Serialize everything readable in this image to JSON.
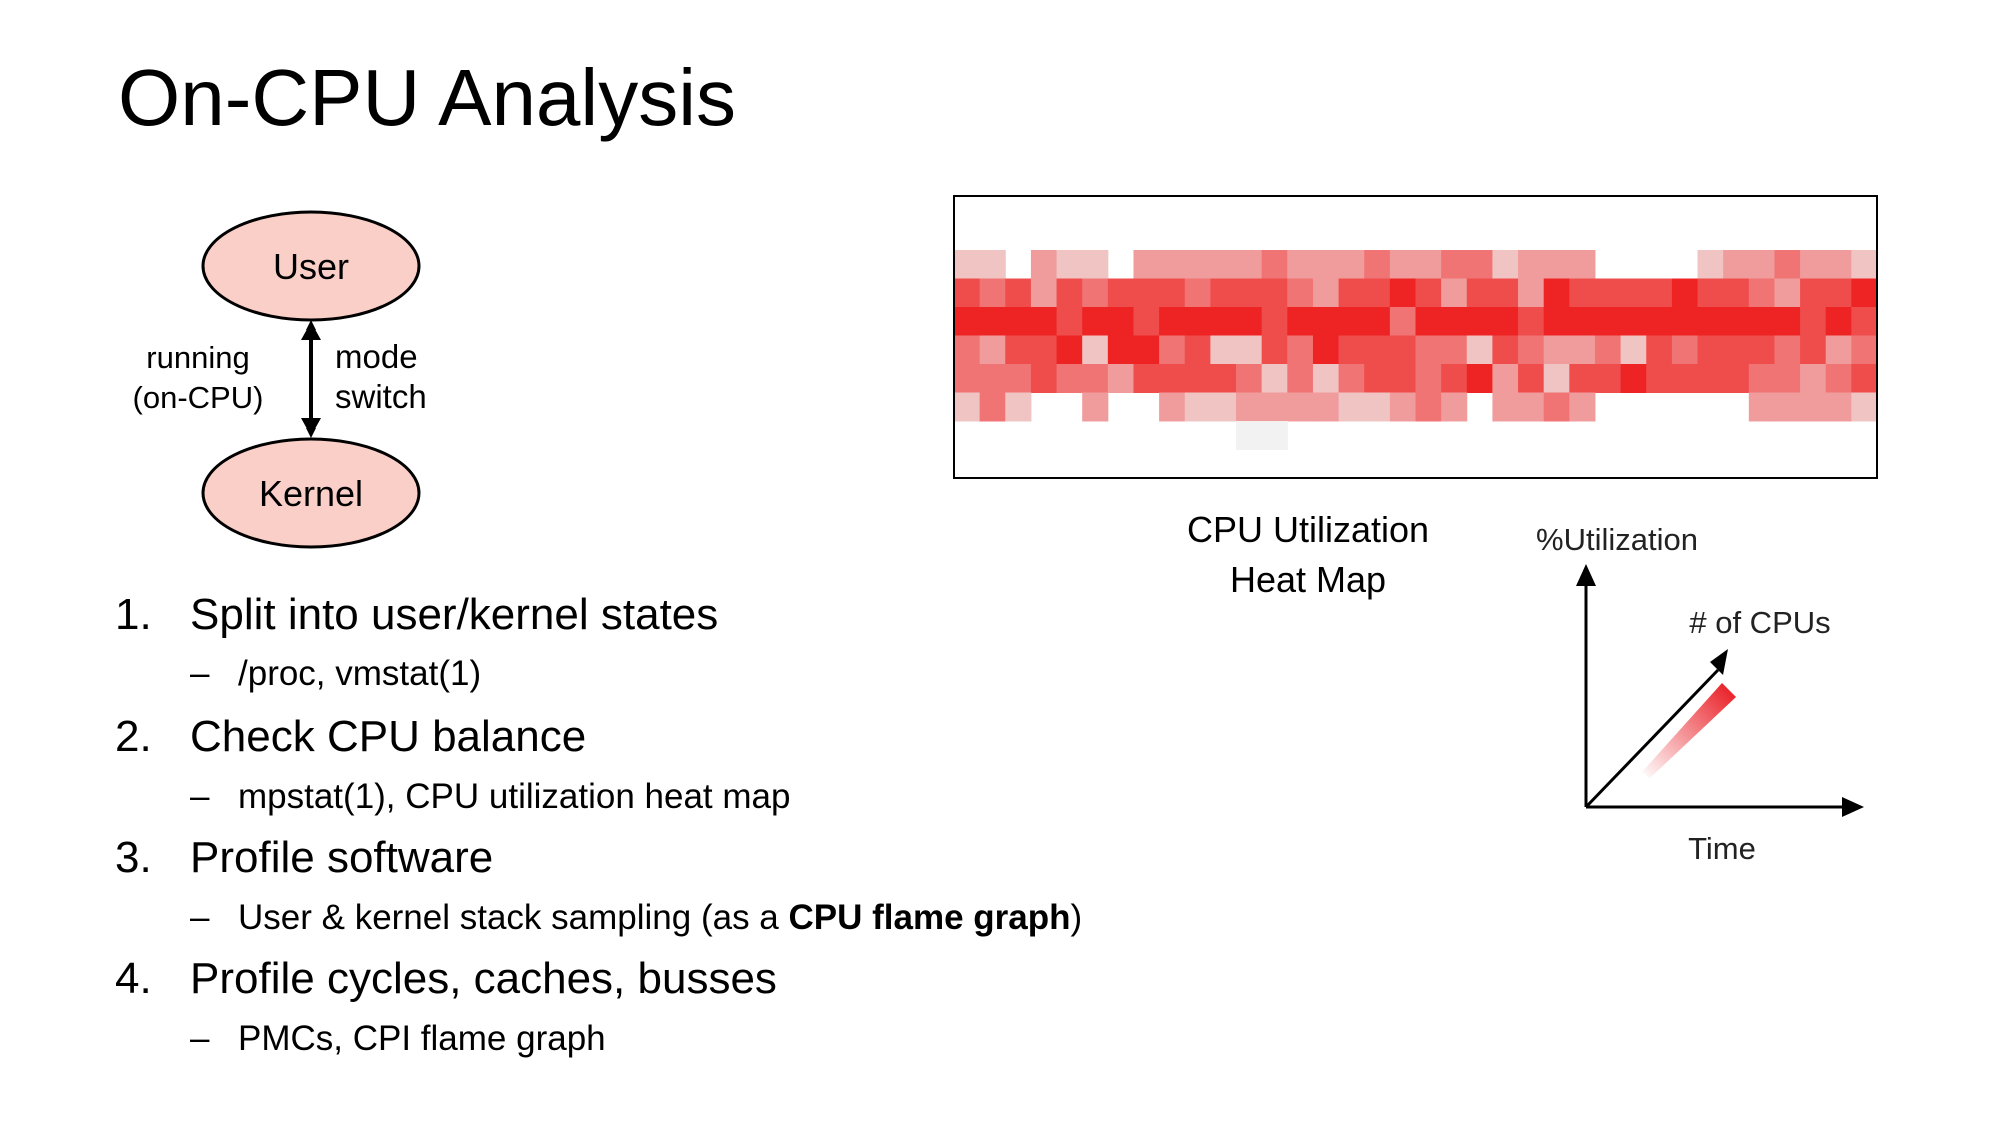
{
  "title": "On-CPU Analysis",
  "diagram": {
    "user_label": "User",
    "kernel_label": "Kernel",
    "left_label": [
      "running",
      "(on-CPU)"
    ],
    "right_label": [
      "mode",
      "switch"
    ],
    "fill_color": "#f9cfc8"
  },
  "list": [
    {
      "num": "1.",
      "text": "Split into user/kernel states",
      "sub": "/proc, vmstat(1)"
    },
    {
      "num": "2.",
      "text": "Check CPU balance",
      "sub": "mpstat(1), CPU utilization heat map"
    },
    {
      "num": "3.",
      "text": "Profile software",
      "sub_pre": "User & kernel stack sampling (as a ",
      "sub_bold": "CPU flame graph",
      "sub_post": ")"
    },
    {
      "num": "4.",
      "text": "Profile cycles, caches, busses",
      "sub": "PMCs, CPI flame graph"
    }
  ],
  "sub_dash": "–",
  "heatmap": {
    "caption_line1": "CPU Utilization",
    "caption_line2": "Heat Map",
    "color": "#ee2424",
    "rows": [
      [
        1,
        1,
        0,
        2,
        1,
        1,
        0,
        2,
        2,
        2,
        2,
        2,
        3,
        2,
        2,
        2,
        3,
        2,
        2,
        3,
        3,
        1,
        2,
        2,
        2,
        0,
        0,
        0,
        0,
        1,
        2,
        2,
        3,
        2,
        2,
        1
      ],
      [
        4,
        3,
        4,
        2,
        4,
        3,
        4,
        4,
        4,
        3,
        4,
        4,
        4,
        3,
        2,
        4,
        4,
        5,
        4,
        2,
        4,
        4,
        2,
        5,
        4,
        4,
        4,
        4,
        5,
        4,
        4,
        3,
        2,
        4,
        4,
        5
      ],
      [
        5,
        5,
        5,
        5,
        4,
        5,
        5,
        4,
        5,
        5,
        5,
        5,
        4,
        5,
        5,
        5,
        5,
        3,
        5,
        5,
        5,
        5,
        4,
        5,
        5,
        5,
        5,
        5,
        5,
        5,
        5,
        5,
        5,
        4,
        5,
        4
      ],
      [
        3,
        2,
        4,
        4,
        5,
        1,
        5,
        5,
        3,
        4,
        1,
        1,
        4,
        3,
        5,
        4,
        4,
        4,
        3,
        3,
        1,
        4,
        3,
        2,
        2,
        3,
        1,
        4,
        3,
        4,
        4,
        4,
        3,
        4,
        2,
        3
      ],
      [
        3,
        3,
        3,
        4,
        3,
        3,
        2,
        4,
        4,
        4,
        4,
        3,
        1,
        3,
        1,
        3,
        4,
        4,
        3,
        4,
        5,
        2,
        4,
        1,
        4,
        4,
        5,
        4,
        4,
        4,
        4,
        3,
        3,
        2,
        3,
        4
      ],
      [
        1,
        3,
        1,
        0,
        0,
        2,
        0,
        0,
        2,
        1,
        1,
        2,
        2,
        2,
        2,
        1,
        1,
        2,
        3,
        2,
        0,
        2,
        2,
        3,
        2,
        0,
        0,
        0,
        0,
        0,
        0,
        2,
        2,
        2,
        2,
        1
      ],
      [
        0,
        0,
        0,
        0,
        0,
        0,
        0,
        0,
        0,
        0,
        0,
        0.4,
        0.4,
        0,
        0,
        0,
        0,
        0,
        0,
        0,
        0,
        0,
        0,
        0,
        0,
        0,
        0,
        0,
        0,
        0,
        0,
        0,
        0,
        0,
        0,
        0
      ]
    ],
    "max": 5
  },
  "axes_sketch": {
    "y_label": "%Utilization",
    "diag_label": "# of CPUs",
    "x_label": "Time",
    "accent": "#e8141c"
  }
}
